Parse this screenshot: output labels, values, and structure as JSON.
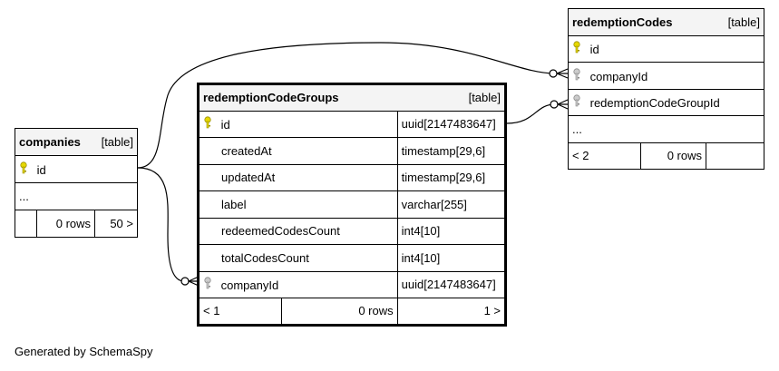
{
  "companies": {
    "name": "companies",
    "type_label": "[table]",
    "columns": [
      {
        "name": "id",
        "key": "primary"
      }
    ],
    "ellipsis": "...",
    "footer": {
      "parents": "",
      "rows": "0 rows",
      "children": "50 >"
    }
  },
  "groups": {
    "name": "redemptionCodeGroups",
    "type_label": "[table]",
    "columns": [
      {
        "name": "id",
        "type": "uuid[2147483647]",
        "key": "primary"
      },
      {
        "name": "createdAt",
        "type": "timestamp[29,6]",
        "key": ""
      },
      {
        "name": "updatedAt",
        "type": "timestamp[29,6]",
        "key": ""
      },
      {
        "name": "label",
        "type": "varchar[255]",
        "key": ""
      },
      {
        "name": "redeemedCodesCount",
        "type": "int4[10]",
        "key": ""
      },
      {
        "name": "totalCodesCount",
        "type": "int4[10]",
        "key": ""
      },
      {
        "name": "companyId",
        "type": "uuid[2147483647]",
        "key": "foreign"
      }
    ],
    "footer": {
      "parents": "< 1",
      "rows": "0 rows",
      "children": "1 >"
    }
  },
  "codes": {
    "name": "redemptionCodes",
    "type_label": "[table]",
    "columns": [
      {
        "name": "id",
        "key": "primary"
      },
      {
        "name": "companyId",
        "key": "foreign"
      },
      {
        "name": "redemptionCodeGroupId",
        "key": "foreign"
      }
    ],
    "ellipsis": "...",
    "footer": {
      "parents": "< 2",
      "rows": "0 rows",
      "children": ""
    }
  },
  "colors": {
    "primary_key": "#e6d800",
    "foreign_key": "#aaaaaa",
    "line": "#000000"
  },
  "generated_by": "Generated by SchemaSpy"
}
